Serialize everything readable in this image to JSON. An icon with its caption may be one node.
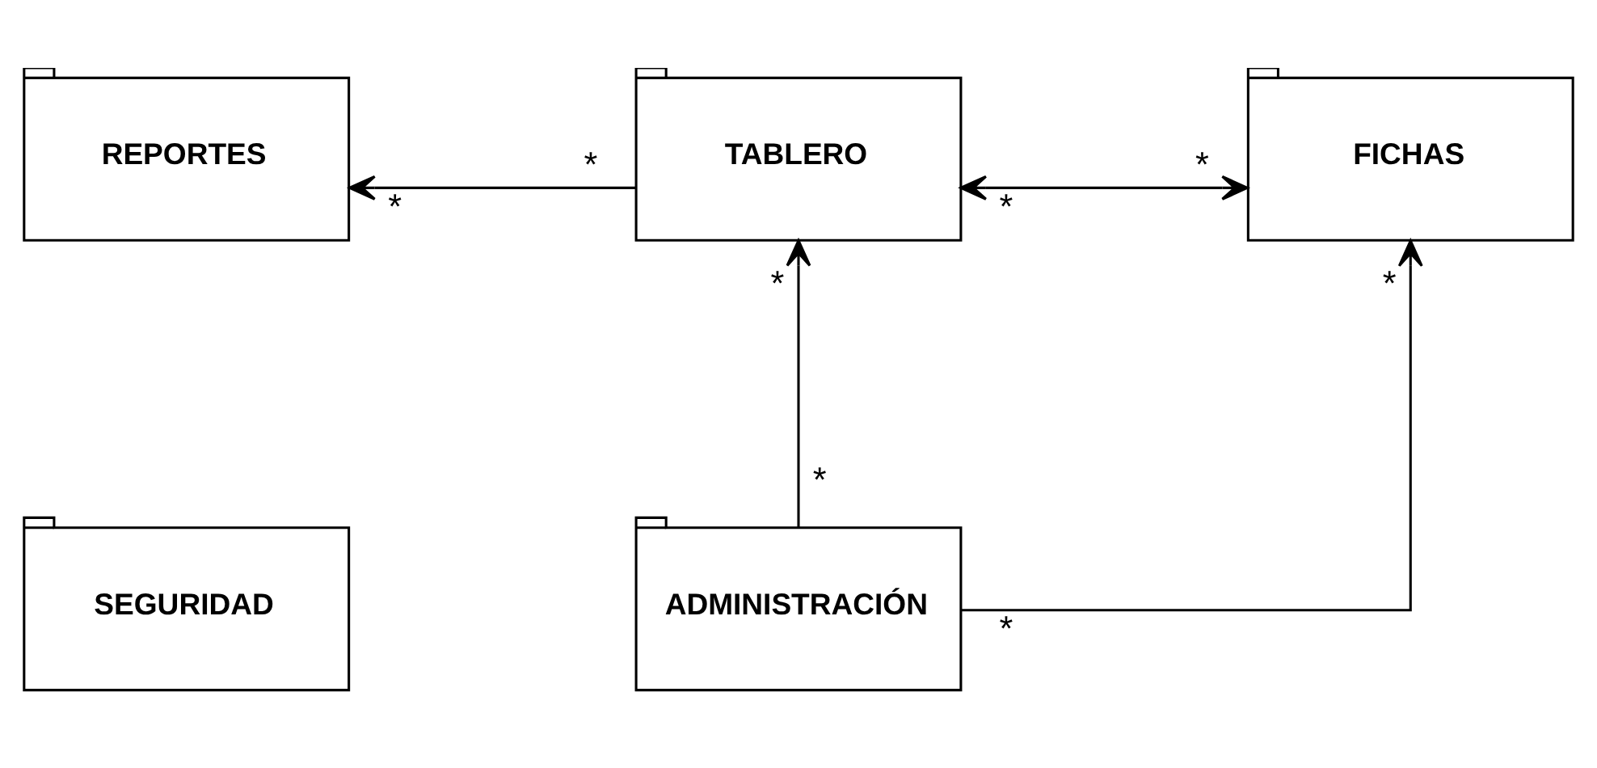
{
  "diagram": {
    "nodes": [
      {
        "text": [
          "REPORTES"
        ]
      },
      {
        "text": [
          "TABLERO"
        ]
      },
      {
        "text": [
          "FICHAS"
        ]
      },
      {
        "text": [
          "SEGURIDAD"
        ]
      },
      {
        "text": [
          "ADMINISTRACIÓN"
        ]
      }
    ],
    "edges": [
      {
        "from": 1,
        "to": 0,
        "arrow": "to"
      },
      {
        "from": 1,
        "to": 2,
        "arrow": "both"
      },
      {
        "from": 4,
        "to": 1,
        "arrow": "to"
      },
      {
        "from": 4,
        "to": 2,
        "arrow": "to"
      }
    ],
    "labels": [
      "*",
      "*",
      "*",
      "*",
      "*",
      "*",
      "*",
      "*"
    ]
  }
}
